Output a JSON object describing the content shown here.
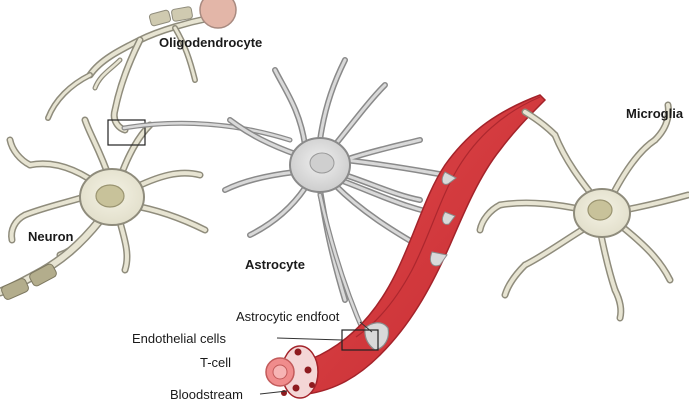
{
  "labels": {
    "oligodendrocyte": "Oligodendrocyte",
    "neuron": "Neuron",
    "astrocyte": "Astrocyte",
    "microglia": "Microglia",
    "astrocytic_endfoot": "Astrocytic endfoot",
    "endothelial_cells": "Endothelial cells",
    "t_cell": "T-cell",
    "bloodstream": "Bloodstream"
  },
  "colors": {
    "cell_fill": "#e7e4d2",
    "cell_outline": "#8f8c7c",
    "nucleus": "#c8c29a",
    "astrocyte_fill": "#d9d9d9",
    "astrocyte_outline": "#8a8a8a",
    "vessel_red": "#d9363b",
    "vessel_dark": "#a3232a",
    "tcell": "#f08c8c",
    "myelin": "#b3ad8c",
    "soma_pink": "#e3b6a8"
  }
}
